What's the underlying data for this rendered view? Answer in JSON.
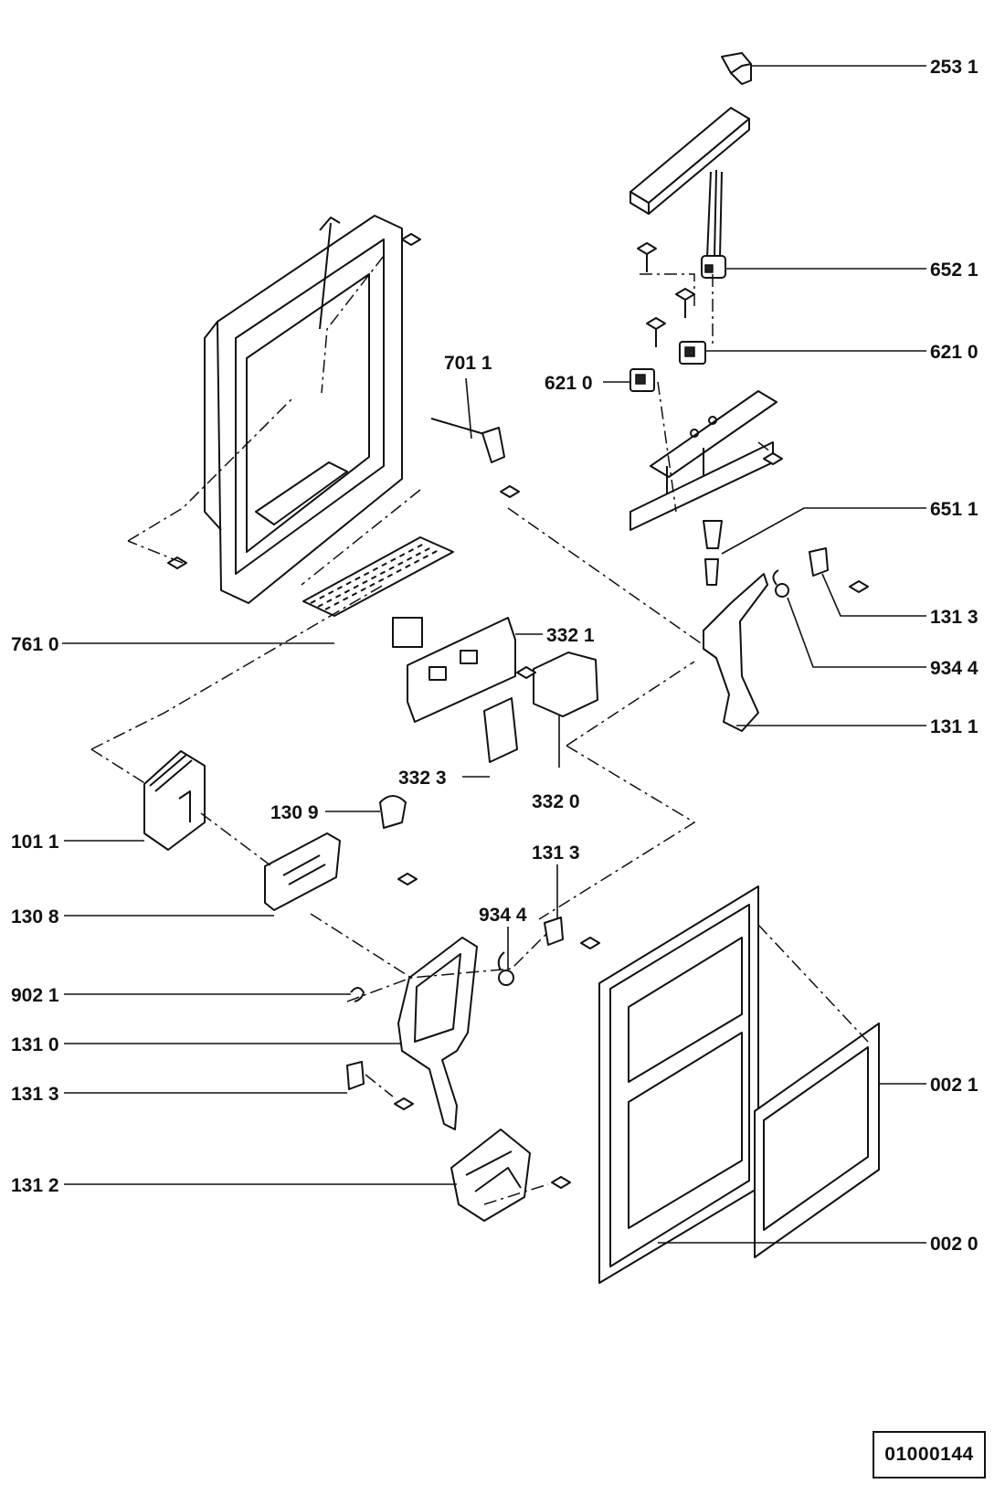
{
  "callouts": [
    {
      "id": "c-253-1",
      "text": "253 1"
    },
    {
      "id": "c-652-1",
      "text": "652 1"
    },
    {
      "id": "c-621-0a",
      "text": "621 0"
    },
    {
      "id": "c-621-0b",
      "text": "621 0"
    },
    {
      "id": "c-701-1",
      "text": "701 1"
    },
    {
      "id": "c-651-1",
      "text": "651 1"
    },
    {
      "id": "c-131-3a",
      "text": "131 3"
    },
    {
      "id": "c-934-4a",
      "text": "934 4"
    },
    {
      "id": "c-131-1",
      "text": "131 1"
    },
    {
      "id": "c-761-0",
      "text": "761 0"
    },
    {
      "id": "c-332-1",
      "text": "332 1"
    },
    {
      "id": "c-332-3",
      "text": "332 3"
    },
    {
      "id": "c-332-0",
      "text": "332 0"
    },
    {
      "id": "c-130-9",
      "text": "130 9"
    },
    {
      "id": "c-101-1",
      "text": "101 1"
    },
    {
      "id": "c-131-3b",
      "text": "131 3"
    },
    {
      "id": "c-130-8",
      "text": "130 8"
    },
    {
      "id": "c-934-4b",
      "text": "934 4"
    },
    {
      "id": "c-902-1",
      "text": "902 1"
    },
    {
      "id": "c-131-0",
      "text": "131 0"
    },
    {
      "id": "c-131-3c",
      "text": "131 3"
    },
    {
      "id": "c-002-1",
      "text": "002 1"
    },
    {
      "id": "c-131-2",
      "text": "131 2"
    },
    {
      "id": "c-002-0",
      "text": "002 0"
    }
  ],
  "reference_number": "01000144",
  "colors": {
    "ink": "#111111",
    "background": "#ffffff"
  }
}
